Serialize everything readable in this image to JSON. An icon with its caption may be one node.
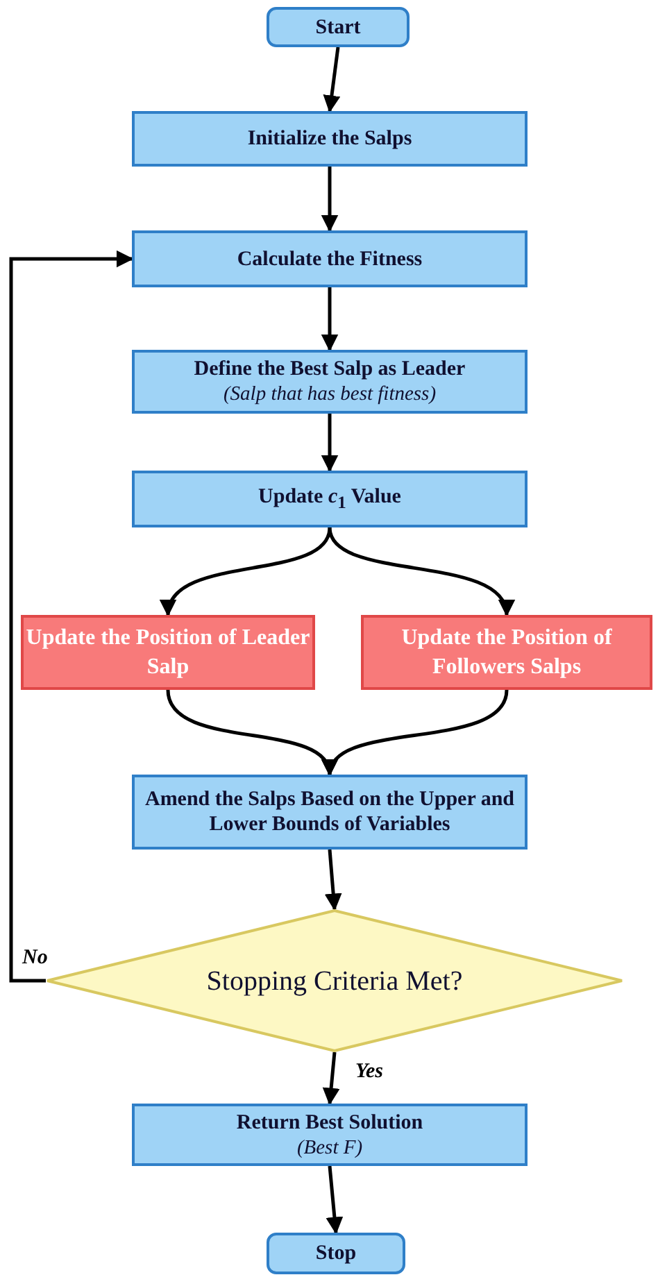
{
  "diagram": {
    "nodes": [
      {
        "text": [
          "Start"
        ]
      },
      {
        "text": [
          "Initialize the Salps"
        ]
      },
      {
        "text": [
          "Calculate the Fitness"
        ]
      },
      {
        "text": [
          "Define the Best Salp as Leader",
          "(Salp that has best fitness)"
        ]
      },
      {
        "text": [
          "Update *c*$_{1}$ Value"
        ]
      },
      {
        "text": [
          "Update the Position of Leader Salp"
        ]
      },
      {
        "text": [
          "Update the Position of Followers Salps"
        ]
      },
      {
        "text": [
          "Amend the Salps Based on the Upper and Lower Bounds of Variables"
        ]
      },
      {
        "text": [
          "Stopping Criteria Met?"
        ]
      },
      {
        "text": [
          "Return Best Solution",
          "(Best F)"
        ]
      },
      {
        "text": [
          "Stop"
        ]
      }
    ],
    "edges": [
      {
        "from": 0,
        "to": 1,
        "arrow": "to"
      },
      {
        "from": 1,
        "to": 2,
        "arrow": "to"
      },
      {
        "from": 2,
        "to": 3,
        "arrow": "to"
      },
      {
        "from": 3,
        "to": 4,
        "arrow": "to"
      },
      {
        "from": 4,
        "to": 5,
        "arrow": "to"
      },
      {
        "from": 4,
        "to": 6,
        "arrow": "to"
      },
      {
        "from": 5,
        "to": 7,
        "arrow": "to"
      },
      {
        "from": 6,
        "to": 7,
        "arrow": "to"
      },
      {
        "from": 7,
        "to": 8,
        "arrow": "to"
      },
      {
        "from": 8,
        "to": 9,
        "arrow": "to",
        "label": "Yes"
      },
      {
        "from": 8,
        "to": 2,
        "arrow": "to",
        "label": "No"
      },
      {
        "from": 9,
        "to": 10,
        "arrow": "to"
      }
    ]
  }
}
